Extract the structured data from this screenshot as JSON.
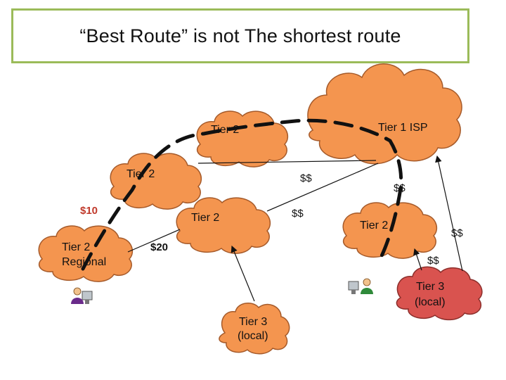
{
  "title": "“Best Route” is not  The shortest route",
  "colors": {
    "cloud_orange": "#f4954f",
    "cloud_red": "#d9534f",
    "title_border": "#9bbb59",
    "route_dash": "#111111",
    "price_red": "#c0392b"
  },
  "clouds": {
    "tier1": "Tier 1 ISP",
    "tier2_top": "Tier 2",
    "tier2_left": "Tier 2",
    "tier2_mid": "Tier 2",
    "tier2_right": "Tier 2",
    "tier2_regional_line1": "Tier 2",
    "tier2_regional_line2": "Regional",
    "tier3_bottom_line1": "Tier 3",
    "tier3_bottom_line2": "(local)",
    "tier3_right_line1": "Tier 3",
    "tier3_right_line2": "(local)"
  },
  "prices": {
    "left_red": "$10",
    "regional_link": "$20",
    "upper_mid": "$$",
    "mid": "$$",
    "tier1_down": "$$",
    "right_outer": "$$",
    "right_lower": "$$"
  },
  "icons": {
    "user_left": "user-computer-icon",
    "user_right": "user-computer-icon"
  }
}
